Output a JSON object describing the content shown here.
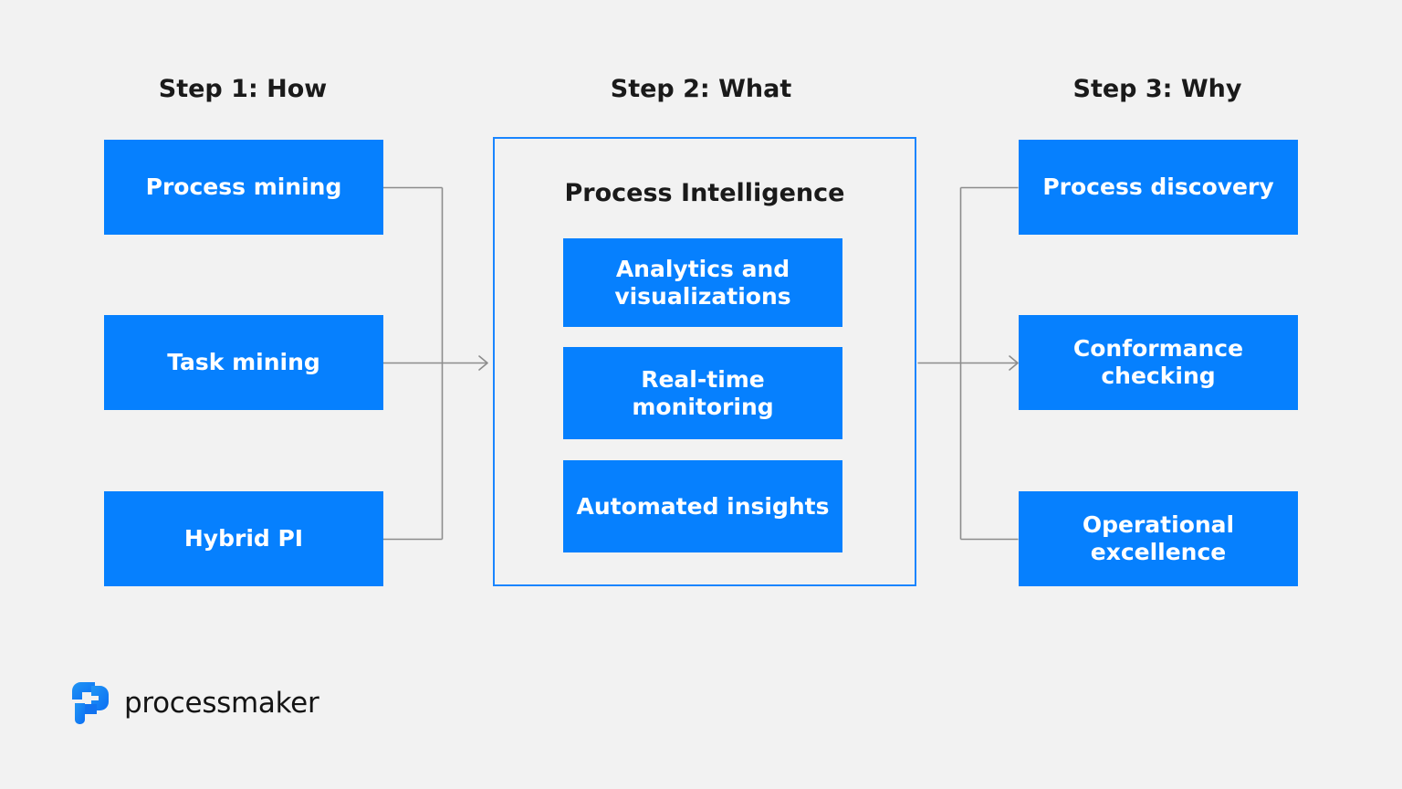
{
  "colors": {
    "background": "#f2f2f2",
    "box_blue": "#0680fe",
    "container_border": "#1a85ff",
    "connector_gray": "#8c8c8c",
    "heading_dark": "#1a1a1a",
    "logo_text": "#141414"
  },
  "columns": {
    "step1": {
      "header": "Step 1: How",
      "boxes": [
        {
          "label": "Process mining"
        },
        {
          "label": "Task mining"
        },
        {
          "label": "Hybrid PI"
        }
      ]
    },
    "step2": {
      "header": "Step 2: What",
      "container_title": "Process Intelligence",
      "boxes": [
        {
          "label": "Analytics and visualizations"
        },
        {
          "label": "Real-time monitoring"
        },
        {
          "label": "Automated insights"
        }
      ]
    },
    "step3": {
      "header": "Step 3: Why",
      "boxes": [
        {
          "label": "Process discovery"
        },
        {
          "label": "Conformance checking"
        },
        {
          "label": "Operational excellence"
        }
      ]
    }
  },
  "logo": {
    "wordmark": "processmaker",
    "mark_name": "processmaker-p-mark"
  }
}
